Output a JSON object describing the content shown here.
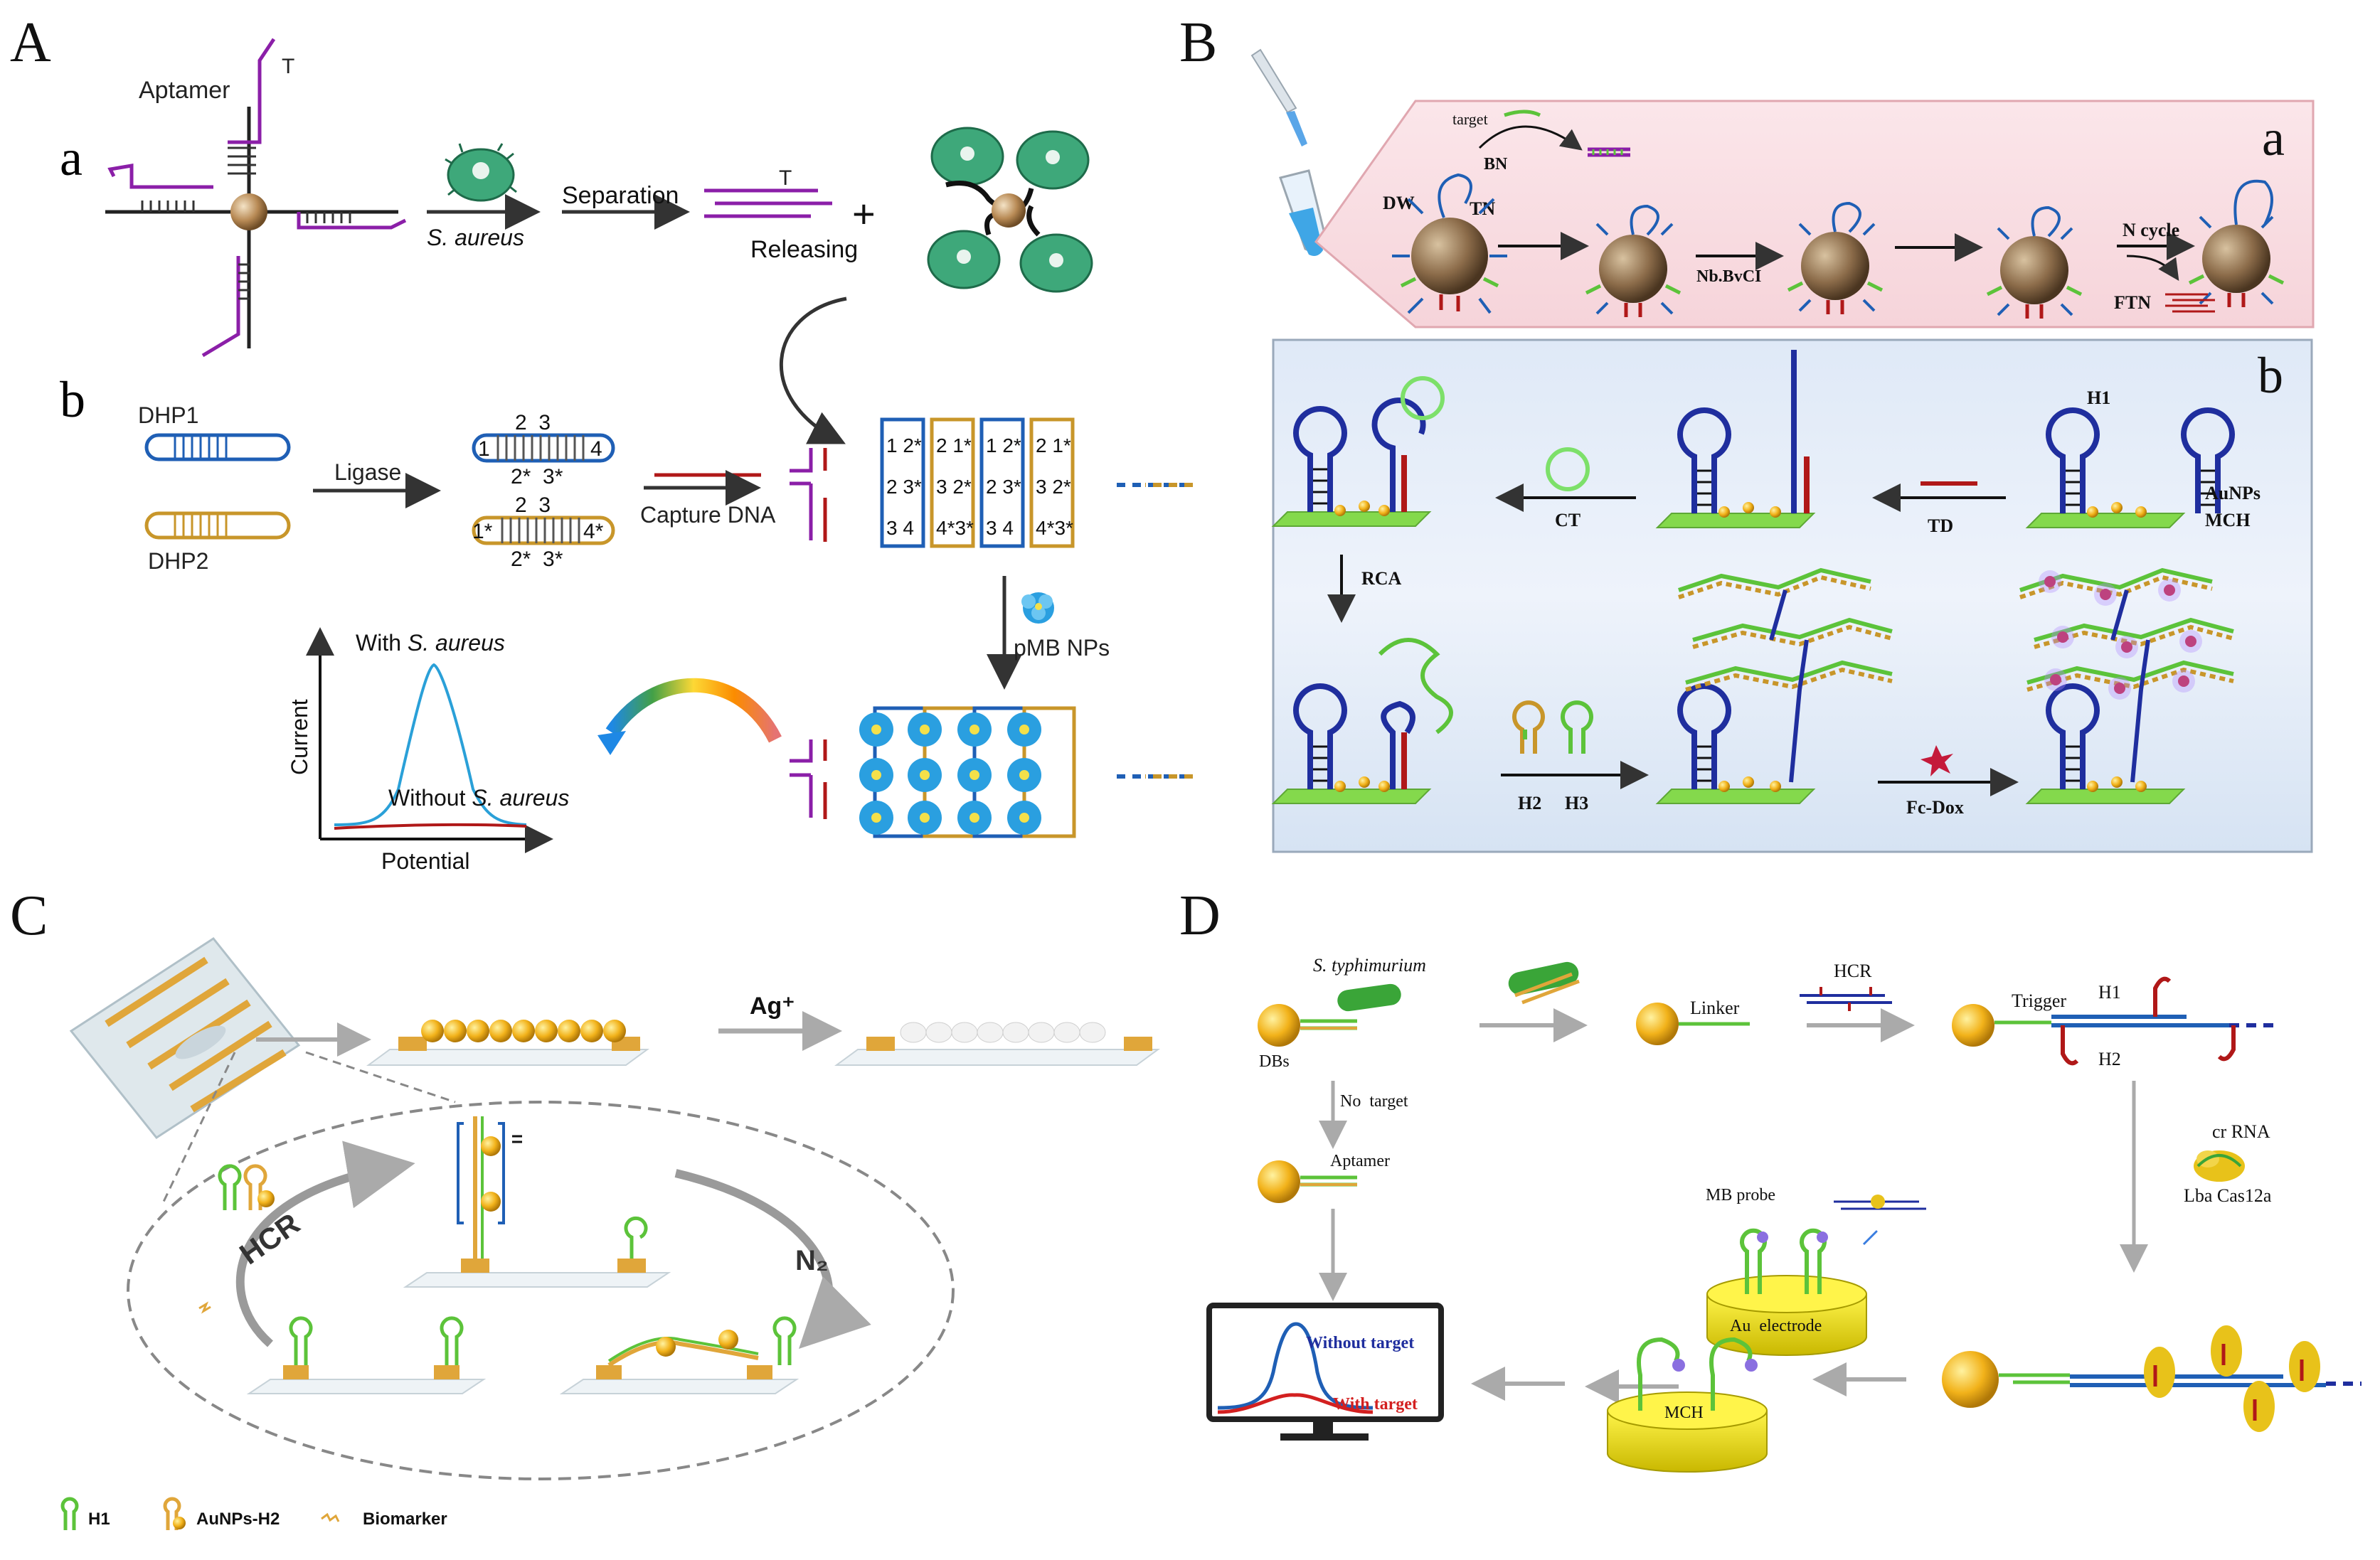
{
  "panels": {
    "A": {
      "title": "A",
      "a": {
        "sub": "a",
        "aptamer": "Aptamer",
        "t_top": "T",
        "organism": "S. aureus",
        "separation": "Separation",
        "t_release": "T",
        "releasing": "Releasing",
        "plus": "+"
      },
      "b": {
        "sub": "b",
        "dhp1": "DHP1",
        "dhp2": "DHP2",
        "ligase": "Ligase",
        "capture": "Capture DNA",
        "top_nums": "2  3",
        "end1": "1",
        "end4": "4",
        "bottom_nums": "2*  3*",
        "end1s": "1*",
        "end4s": "4*",
        "top_nums2": "2  3",
        "bottom_nums2": "2*  3*",
        "grid": [
          [
            "1 2*",
            "2 1*",
            "1 2*",
            "2 1*"
          ],
          [
            "2 3*",
            "3 2*",
            "2 3*",
            "3 2*"
          ],
          [
            "3 4",
            "4*3*",
            "3 4",
            "4*3*"
          ]
        ],
        "pmb": "pMB NPs"
      },
      "plot": {
        "with": "With ",
        "with_org": "S. aureus",
        "without": "Without ",
        "without_org": "S. aureus",
        "ylabel": "Current",
        "xlabel": "Potential"
      }
    },
    "B": {
      "title": "B",
      "a": {
        "sub": "a",
        "target": "target",
        "bn": "BN",
        "dw": "DW",
        "tn": "TN",
        "nbbvci": "Nb.BvCI",
        "ncycle": "N cycle",
        "ftn": "FTN"
      },
      "b": {
        "sub": "b",
        "h1": "H1",
        "aunps": "AuNPs",
        "mch": "MCH",
        "td": "TD",
        "ct": "CT",
        "rca": "RCA",
        "h2": "H2",
        "h3": "H3",
        "fcdox": "Fc-Dox"
      }
    },
    "C": {
      "title": "C",
      "ag": "Ag⁺",
      "hcr": "HCR",
      "n2": "N₂",
      "legend": [
        {
          "label": "H1"
        },
        {
          "label": "AuNPs-H2"
        },
        {
          "label": "Biomarker"
        }
      ]
    },
    "D": {
      "title": "D",
      "organism": "S. typhimurium",
      "dbs": "DBs",
      "linker": "Linker",
      "hcr": "HCR",
      "trigger": "Trigger",
      "h1": "H1",
      "h2": "H2",
      "no_target": "No  target",
      "aptamer": "Aptamer",
      "crrna": "cr RNA",
      "cas": "Lba Cas12a",
      "mb": "MB probe",
      "electrode": "Au  electrode",
      "mch": "MCH",
      "without_target": "Without target",
      "with_target": "With target"
    }
  },
  "colors": {
    "purple": "#8b1fa8",
    "blue": "#1f5fb5",
    "orange": "#c8962a",
    "red": "#b01818",
    "green": "#5cc33a",
    "navy": "#1f2e9e",
    "cyan": "#2aa0d8",
    "gold": "#f0b020"
  }
}
